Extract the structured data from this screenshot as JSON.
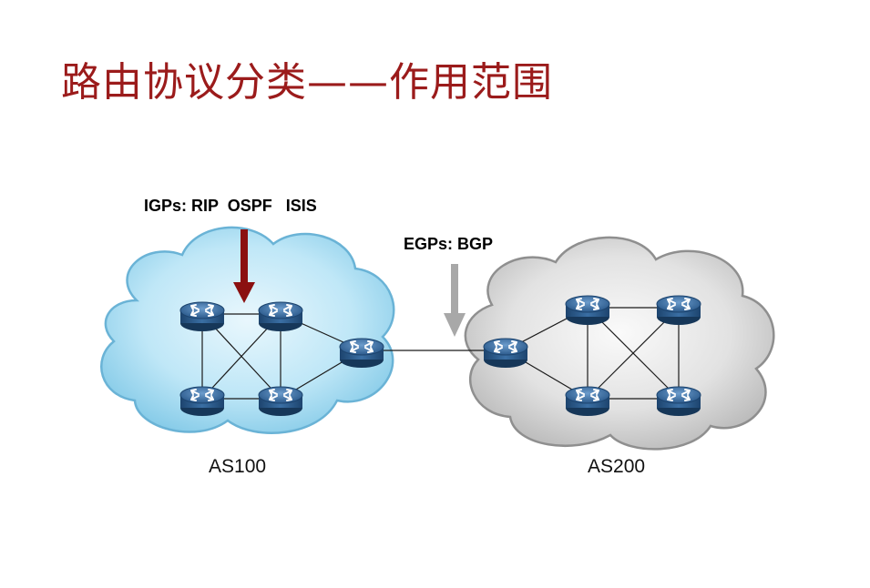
{
  "slide": {
    "title": "路由协议分类——作用范围"
  },
  "labels": {
    "igp": "IGPs: RIP  OSPF   ISIS",
    "egp": "EGPs: BGP"
  },
  "clouds": {
    "left_name": "AS100",
    "right_name": "AS200"
  },
  "colors": {
    "title": "#9b1b1b",
    "igp_arrow": "#8b1010",
    "egp_arrow": "#a8a8a8",
    "left_cloud": "#aee0f3",
    "right_cloud": "#dcdcdc",
    "router": "#2e5f92"
  }
}
